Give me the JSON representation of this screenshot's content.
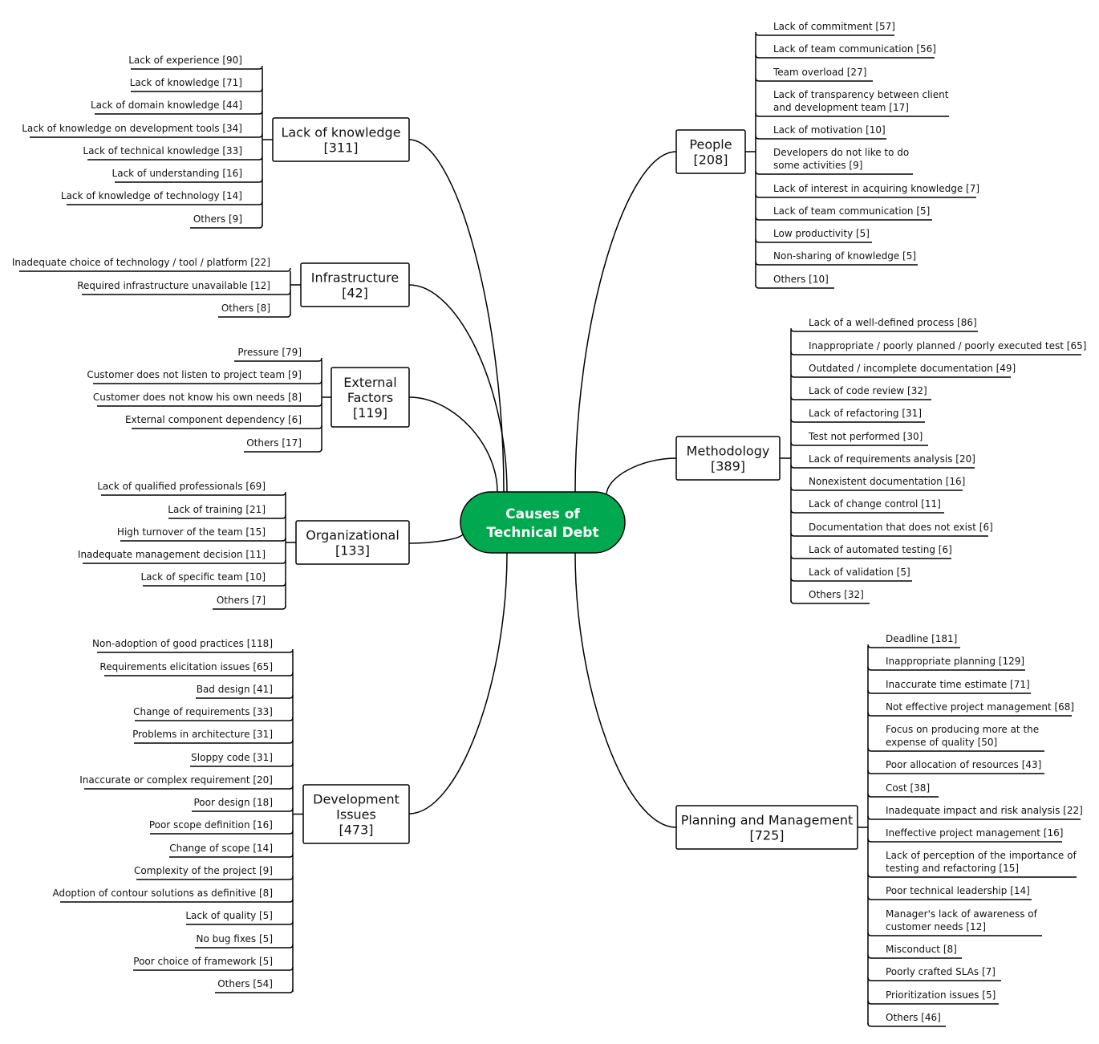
{
  "root": {
    "lines": [
      "Causes of",
      "Technical Debt"
    ],
    "color": "#00A84F"
  },
  "categories": [
    {
      "id": "lack-of-knowledge",
      "side": "left",
      "lines": [
        "Lack of knowledge",
        "[311]"
      ],
      "leaves": [
        [
          "Lack of experience [90]"
        ],
        [
          "Lack of knowledge [71]"
        ],
        [
          "Lack of domain knowledge [44]"
        ],
        [
          "Lack of knowledge on development tools [34]"
        ],
        [
          "Lack of technical knowledge [33]"
        ],
        [
          "Lack of understanding [16]"
        ],
        [
          "Lack of knowledge of technology [14]"
        ],
        [
          "Others [9]"
        ]
      ]
    },
    {
      "id": "infrastructure",
      "side": "left",
      "lines": [
        "Infrastructure",
        "[42]"
      ],
      "leaves": [
        [
          "Inadequate choice of technology / tool / platform [22]"
        ],
        [
          "Required infrastructure unavailable [12]"
        ],
        [
          "Others [8]"
        ]
      ]
    },
    {
      "id": "external-factors",
      "side": "left",
      "lines": [
        "External",
        "Factors",
        "[119]"
      ],
      "leaves": [
        [
          "Pressure [79]"
        ],
        [
          "Customer does not listen to project team [9]"
        ],
        [
          "Customer does not know his own needs [8]"
        ],
        [
          "External component dependency [6]"
        ],
        [
          "Others [17]"
        ]
      ]
    },
    {
      "id": "organizational",
      "side": "left",
      "lines": [
        "Organizational",
        "[133]"
      ],
      "leaves": [
        [
          "Lack of qualified professionals [69]"
        ],
        [
          "Lack of training [21]"
        ],
        [
          "High turnover of the team [15]"
        ],
        [
          "Inadequate management decision [11]"
        ],
        [
          "Lack of specific team [10]"
        ],
        [
          "Others [7]"
        ]
      ]
    },
    {
      "id": "development-issues",
      "side": "left",
      "lines": [
        "Development",
        "Issues",
        "[473]"
      ],
      "leaves": [
        [
          "Non-adoption of good practices [118]"
        ],
        [
          "Requirements elicitation issues [65]"
        ],
        [
          "Bad design [41]"
        ],
        [
          "Change of requirements [33]"
        ],
        [
          "Problems in architecture [31]"
        ],
        [
          "Sloppy code [31]"
        ],
        [
          "Inaccurate or complex requirement [20]"
        ],
        [
          "Poor design [18]"
        ],
        [
          "Poor scope definition [16]"
        ],
        [
          "Change of scope [14]"
        ],
        [
          "Complexity of the project [9]"
        ],
        [
          "Adoption of contour solutions as definitive [8]"
        ],
        [
          "Lack of quality [5]"
        ],
        [
          "No bug fixes [5]"
        ],
        [
          "Poor choice of framework [5]"
        ],
        [
          "Others [54]"
        ]
      ]
    },
    {
      "id": "people",
      "side": "right",
      "lines": [
        "People",
        "[208]"
      ],
      "leaves": [
        [
          "Lack of commitment [57]"
        ],
        [
          "Lack of team communication [56]"
        ],
        [
          "Team overload [27]"
        ],
        [
          "Lack of transparency between client",
          "and development team [17]"
        ],
        [
          "Lack of motivation [10]"
        ],
        [
          "Developers do not like to do",
          "some activities [9]"
        ],
        [
          "Lack of interest in acquiring knowledge [7]"
        ],
        [
          "Lack of  team communication [5]"
        ],
        [
          "Low productivity [5]"
        ],
        [
          "Non-sharing of knowledge [5]"
        ],
        [
          "Others [10]"
        ]
      ]
    },
    {
      "id": "methodology",
      "side": "right",
      "lines": [
        "Methodology",
        "[389]"
      ],
      "leaves": [
        [
          "Lack of a well-defined process [86]"
        ],
        [
          "Inappropriate / poorly planned / poorly executed test [65]"
        ],
        [
          "Outdated / incomplete documentation [49]"
        ],
        [
          "Lack of code review [32]"
        ],
        [
          "Lack of refactoring [31]"
        ],
        [
          "Test not performed [30]"
        ],
        [
          "Lack of requirements analysis [20]"
        ],
        [
          "Nonexistent documentation [16]"
        ],
        [
          "Lack of change control [11]"
        ],
        [
          "Documentation that does not exist [6]"
        ],
        [
          "Lack of automated testing [6]"
        ],
        [
          "Lack of validation [5]"
        ],
        [
          "Others [32]"
        ]
      ]
    },
    {
      "id": "planning-and-management",
      "side": "right",
      "lines": [
        "Planning and Management",
        "[725]"
      ],
      "leaves": [
        [
          "Deadline [181]"
        ],
        [
          "Inappropriate planning [129]"
        ],
        [
          "Inaccurate time estimate [71]"
        ],
        [
          "Not effective project management [68]"
        ],
        [
          "Focus on producing more at the",
          "expense of quality [50]"
        ],
        [
          "Poor allocation of resources [43]"
        ],
        [
          "Cost [38]"
        ],
        [
          "Inadequate impact and risk analysis [22]"
        ],
        [
          "Ineffective project management [16]"
        ],
        [
          "Lack of perception of the importance of",
          "testing and refactoring [15]"
        ],
        [
          "Poor technical leadership [14]"
        ],
        [
          "Manager's lack of awareness of",
          "customer needs [12]"
        ],
        [
          "Misconduct [8]"
        ],
        [
          "Poorly crafted SLAs [7]"
        ],
        [
          "Prioritization issues [5]"
        ],
        [
          "Others [46]"
        ]
      ]
    }
  ]
}
